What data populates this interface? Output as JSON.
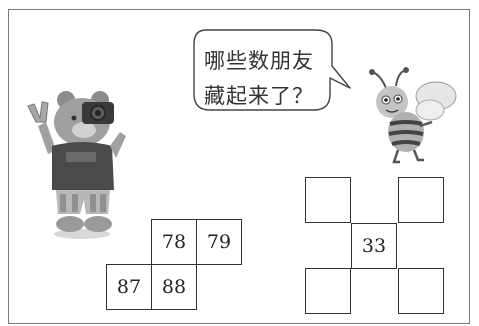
{
  "speech_bubble": {
    "line1": "哪些数朋友",
    "line2": "藏起来了？"
  },
  "left_grid": {
    "cells": [
      "78",
      "79",
      "87",
      "88"
    ]
  },
  "right_grid": {
    "center": "33",
    "corners": [
      "",
      "",
      "",
      ""
    ]
  },
  "characters": {
    "left": "bear-icon",
    "right": "bee-icon"
  }
}
